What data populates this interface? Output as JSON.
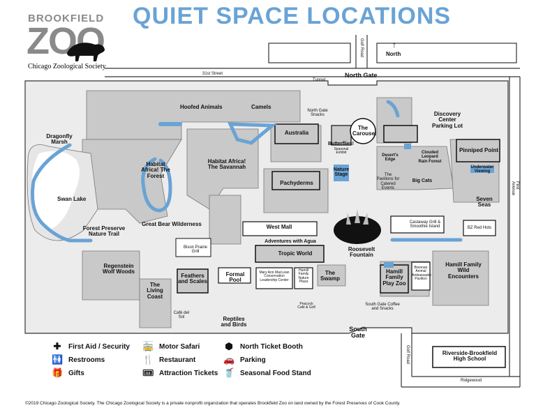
{
  "header": {
    "title": "QUIET SPACE LOCATIONS",
    "logo_top": "BROOKFIELD",
    "logo_main": "ZOO",
    "logo_sub": "Chicago Zoological Society"
  },
  "streets": {
    "thirty_first": "31st Street",
    "golf_road": "Golf Road",
    "first_avenue": "First Avenue",
    "golf_road_bottom": "Golf Road",
    "ridgewood": "Ridgewood",
    "north": "North"
  },
  "areas": {
    "tunnel": "Tunnel",
    "north_gate": "North Gate",
    "north_gate_snacks": "North Gate Snacks",
    "hoofed_animals": "Hoofed Animals",
    "camels": "Camels",
    "discovery_center": "Discovery Center Parking Lot",
    "dragonfly_marsh": "Dragonfly Marsh",
    "australia": "Australia",
    "the_carousel": "The Carousel",
    "butterflies": "Butterflies!",
    "butterflies_note": "Seasonal Exhibit",
    "habitat_africa_forest": "Habitat Africa! The Forest",
    "habitat_africa_savannah": "Habitat Africa! The Savannah",
    "nature_stage": "Nature Stage",
    "deserts_edge": "Desert's Edge",
    "clouded_leopard": "Clouded Leopard Rain Forest",
    "pinniped_point": "Pinniped Point",
    "underwater_viewing": "Underwater Viewing",
    "swan_lake": "Swan Lake",
    "pachyderms": "Pachyderms",
    "pavilions": "The Pavilions for Catered Events",
    "big_cats": "Big Cats",
    "seven_seas": "Seven Seas",
    "forest_preserve": "Forest Preserve Nature Trail",
    "great_bear": "Great Bear Wilderness",
    "west_mall": "West Mall",
    "castaway": "Castaway Grill & Smoothie Island",
    "bz_red_hots": "BZ Red Hots",
    "bison_prairie": "Bison Prairie Grill",
    "adventures_agua": "Adventures with Agua",
    "tropic_world": "Tropic World",
    "roosevelt": "Roosevelt Fountain",
    "regenstein": "Regenstein Wolf Woods",
    "feathers": "Feathers and Scales",
    "formal_pool": "Formal Pool",
    "mary_ann": "Mary Ann MacLean Conservation Leadership Center",
    "hamill_nature": "Hamill Family Nature Plaza",
    "the_swamp": "The Swamp",
    "hamill_play": "Hamill Family Play Zoo",
    "brennan": "Brennan Animal Ambassador Pavilion",
    "hamill_wild": "Hamill Family Wild Encounters",
    "living_coast": "The Living Coast",
    "cafe_del_sol": "Café del Sol",
    "reptiles": "Reptiles and Birds",
    "peacock": "Peacock Café & Grill",
    "south_gate_coffee": "South Gate Coffee and Snacks",
    "south_gate": "South Gate",
    "riverside": "Riverside-Brookfield High School"
  },
  "legend": [
    {
      "icon": "first-aid-icon",
      "glyph": "✚",
      "label": "First Aid / Security"
    },
    {
      "icon": "restrooms-icon",
      "glyph": "🚻",
      "label": "Restrooms"
    },
    {
      "icon": "gifts-icon",
      "glyph": "🎁",
      "label": "Gifts"
    },
    {
      "icon": "motor-safari-icon",
      "glyph": "🚋",
      "label": "Motor Safari"
    },
    {
      "icon": "restaurant-icon",
      "glyph": "🍴",
      "label": "Restaurant"
    },
    {
      "icon": "attraction-tickets-icon",
      "glyph": "🎟",
      "label": "Attraction Tickets"
    },
    {
      "icon": "north-ticket-booth-icon",
      "glyph": "⬢",
      "label": "North Ticket Booth"
    },
    {
      "icon": "parking-icon",
      "glyph": "🚗",
      "label": "Parking"
    },
    {
      "icon": "seasonal-food-icon",
      "glyph": "🥤",
      "label": "Seasonal Food Stand"
    }
  ],
  "footer": "©2019 Chicago Zoological Society. The Chicago Zoological Society is a private nonprofit organization that operates Brookfield Zoo on land owned by the Forest Preserves of Cook County.",
  "colors": {
    "quiet_space": "#6aa3d5",
    "building": "#c9c9c9",
    "ground": "#e6e6e6"
  }
}
